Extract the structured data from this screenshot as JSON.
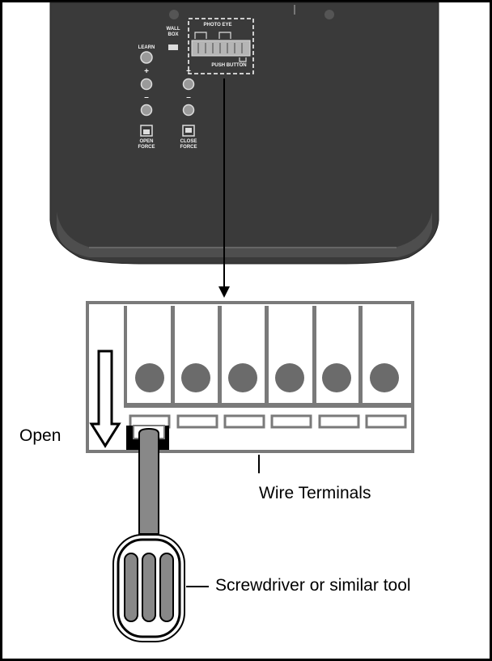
{
  "unit_labels": {
    "wall_box": "WALL\nBOX",
    "photo_eye": "PHOTO EYE",
    "push_button": "PUSH BUTTON",
    "learn": "LEARN",
    "plus": "+",
    "minus": "–",
    "open_force": "OPEN\nFORCE",
    "close_force": "CLOSE\nFORCE"
  },
  "callouts": {
    "open": "Open",
    "wire_terminals": "Wire Terminals",
    "screwdriver": "Screwdriver or similar tool"
  },
  "terminal_block": {
    "open_slots": 1,
    "terminals_with_screw": 6
  },
  "colors": {
    "unit_body": "#3a3a3a",
    "unit_edge": "#5a5a5a",
    "terminal_outline": "#7a7a7a",
    "screw": "#6b6b6b",
    "tool": "#888888",
    "line": "#000000"
  }
}
